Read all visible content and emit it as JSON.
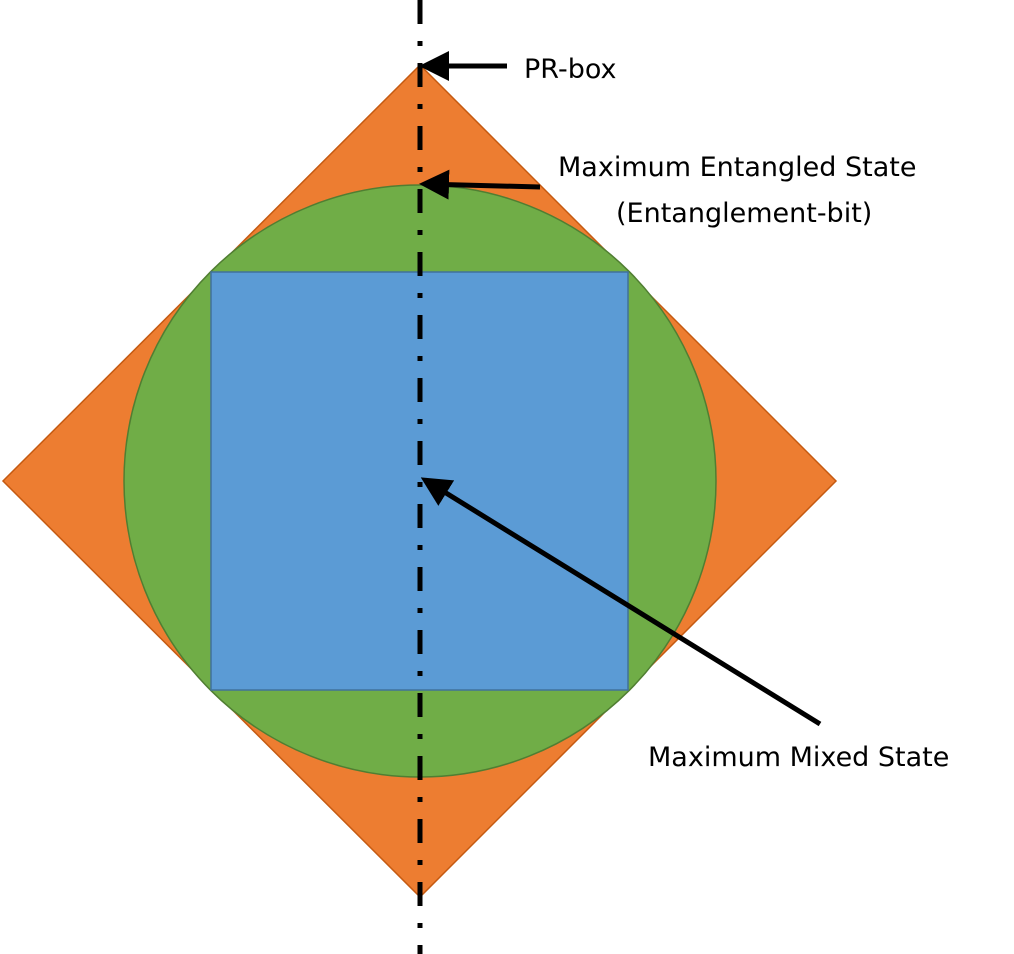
{
  "labels": {
    "pr_box": "PR-box",
    "max_entangled_line1": "Maximum Entangled State",
    "max_entangled_line2": "(Entanglement-bit)",
    "max_mixed": "Maximum Mixed State"
  },
  "colors": {
    "diamond": "#ED7D31",
    "circle": "#70AD47",
    "square": "#5B9BD5",
    "axis": "#000000"
  },
  "shapes": {
    "outer": "diamond",
    "middle": "circle",
    "inner": "square",
    "axis_style": "dash-dot vertical line"
  }
}
